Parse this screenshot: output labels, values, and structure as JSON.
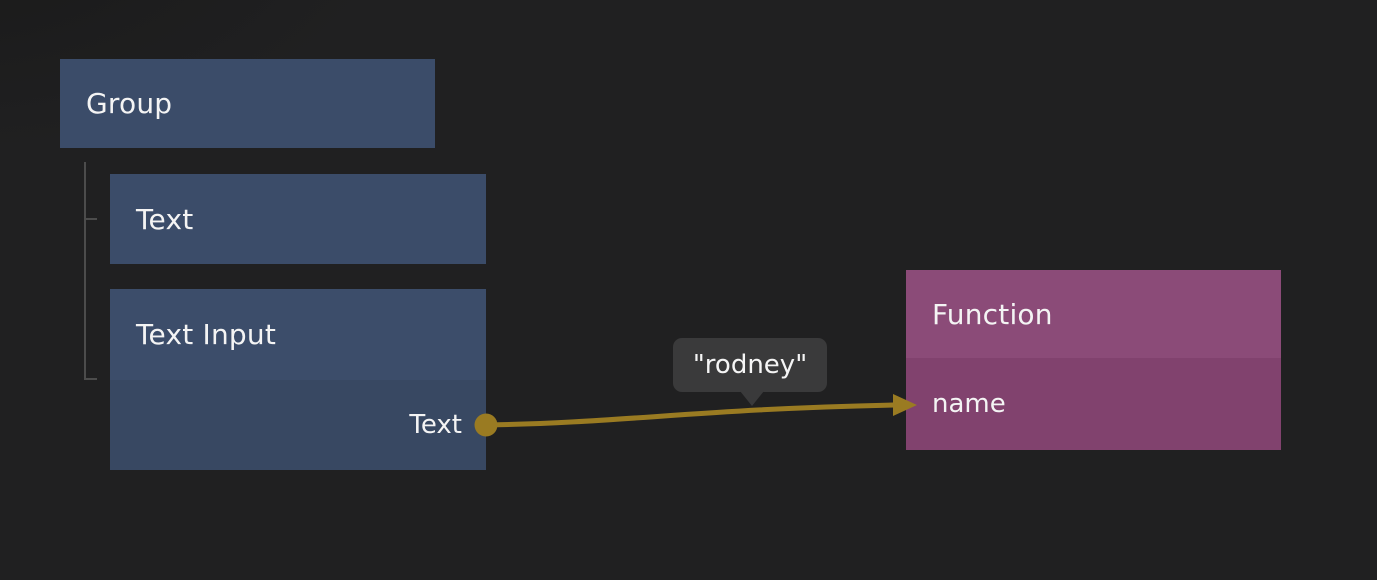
{
  "canvas": {
    "background_color": "#202021",
    "tree_line_color": "#4c4c4c"
  },
  "nodes": {
    "group": {
      "title": "Group",
      "color": "#3b4c69"
    },
    "text": {
      "title": "Text",
      "color": "#3b4c69"
    },
    "text_input": {
      "title": "Text Input",
      "header_color": "#3c4d6a",
      "body_color": "#384862",
      "output_ports": [
        {
          "label": "Text"
        }
      ]
    },
    "function": {
      "title": "Function",
      "header_color": "#8b4b78",
      "body_color": "#81426e",
      "input_ports": [
        {
          "label": "name"
        }
      ]
    }
  },
  "connection": {
    "value_tooltip": "\"rodney\"",
    "wire_color": "#9a7b22"
  }
}
